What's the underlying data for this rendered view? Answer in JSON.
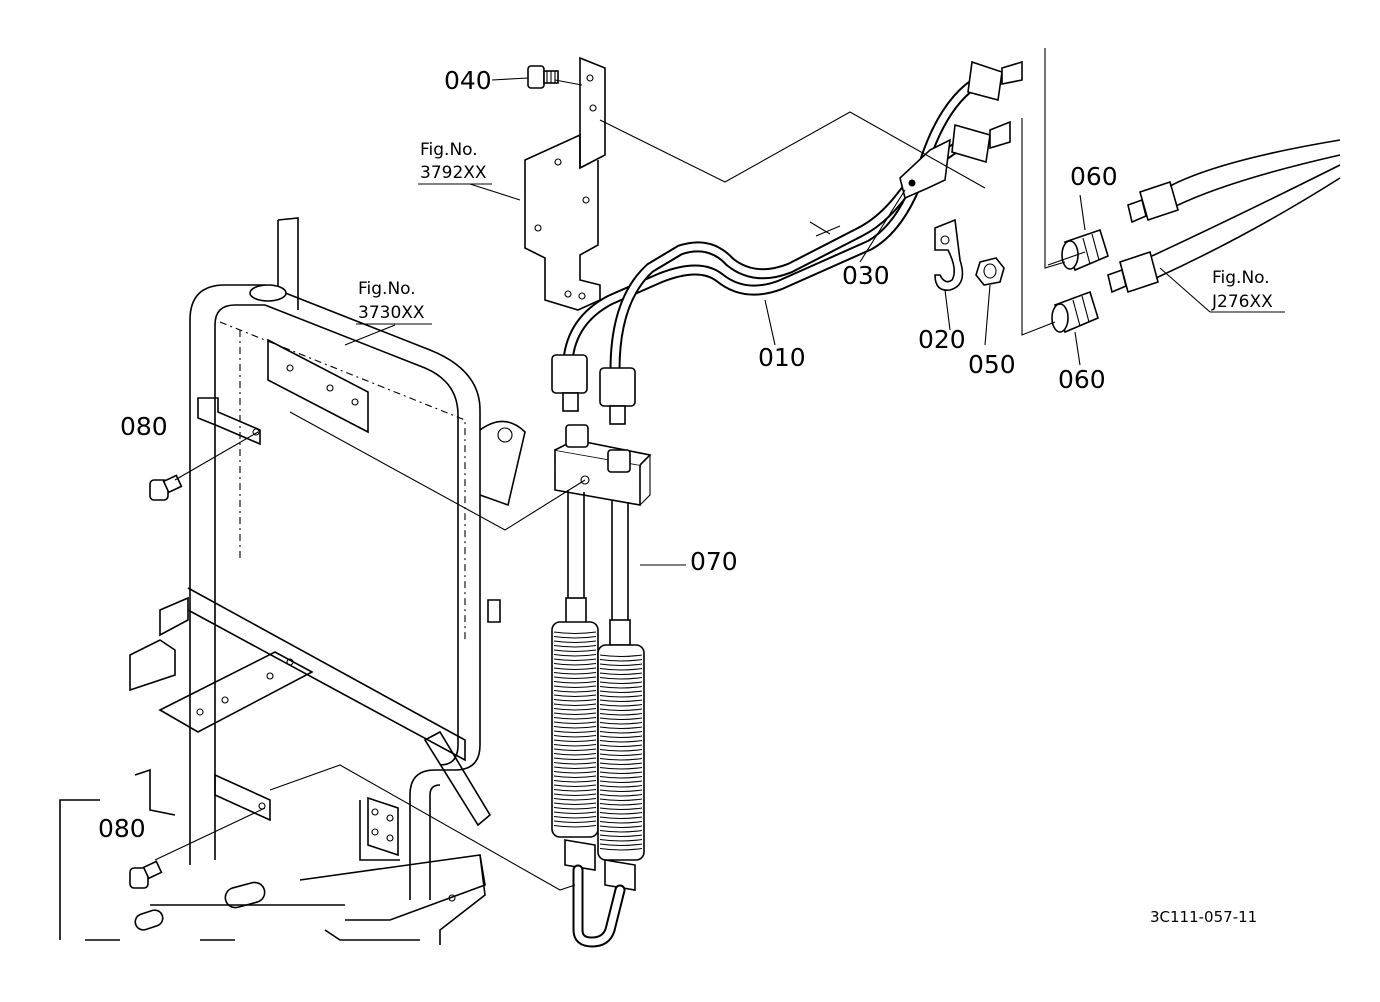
{
  "callouts": {
    "c010": "010",
    "c020": "020",
    "c030": "030",
    "c040": "040",
    "c050": "050",
    "c060_top": "060",
    "c060_bottom": "060",
    "c070": "070",
    "c080_top": "080",
    "c080_bottom": "080"
  },
  "figure_refs": {
    "ref_3792": {
      "line1": "Fig.No.",
      "line2": "3792XX"
    },
    "ref_3730": {
      "line1": "Fig.No.",
      "line2": "3730XX"
    },
    "ref_J276": {
      "line1": "Fig.No.",
      "line2": "J276XX"
    }
  },
  "drawing_code": "3C111-057-11",
  "colors": {
    "ink": "#000000",
    "paper": "#ffffff"
  }
}
